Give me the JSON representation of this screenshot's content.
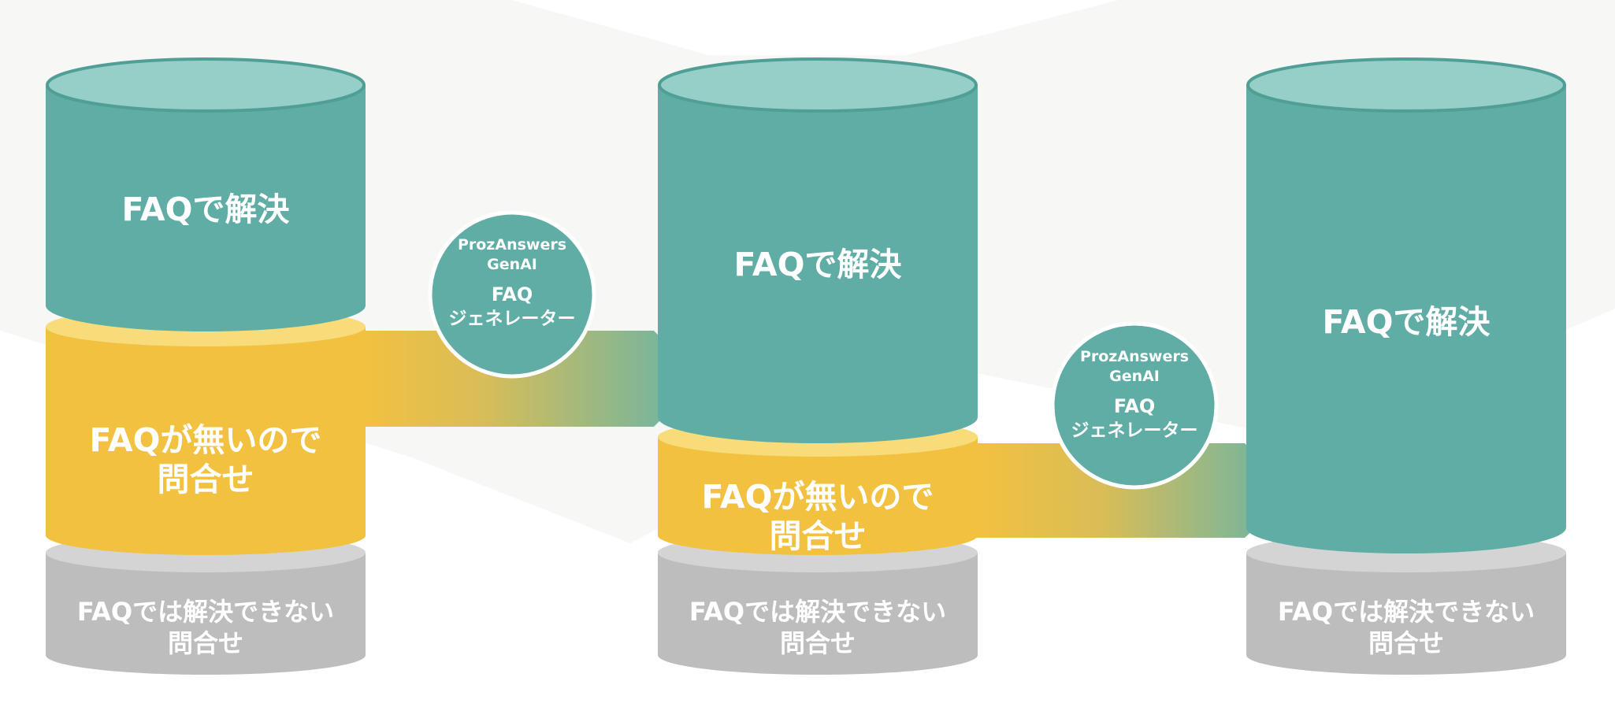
{
  "colors": {
    "teal": "#5fada5",
    "teal_top": "#96cfc8",
    "teal_rim": "#4f9f97",
    "yellow": "#f2c140",
    "yellow_top": "#f8dc7a",
    "gray": "#bdbdbd",
    "gray_top": "#d4d4d4",
    "background_band": "#f7f7f5",
    "text": "#ffffff"
  },
  "stages": [
    {
      "resolved_label": "FAQで解決",
      "inquiry_label": [
        "FAQが無いので",
        "問合せ"
      ],
      "unresolvable_label": [
        "FAQでは解決できない",
        "問合せ"
      ]
    },
    {
      "resolved_label": "FAQで解決",
      "inquiry_label": [
        "FAQが無いので",
        "問合せ"
      ],
      "unresolvable_label": [
        "FAQでは解決できない",
        "問合せ"
      ]
    },
    {
      "resolved_label": "FAQで解決",
      "unresolvable_label": [
        "FAQでは解決できない",
        "問合せ"
      ]
    }
  ],
  "generators": [
    {
      "brand": [
        "ProzAnswers",
        "GenAI"
      ],
      "product": [
        "FAQ",
        "ジェネレーター"
      ]
    },
    {
      "brand": [
        "ProzAnswers",
        "GenAI"
      ],
      "product": [
        "FAQ",
        "ジェネレーター"
      ]
    }
  ]
}
